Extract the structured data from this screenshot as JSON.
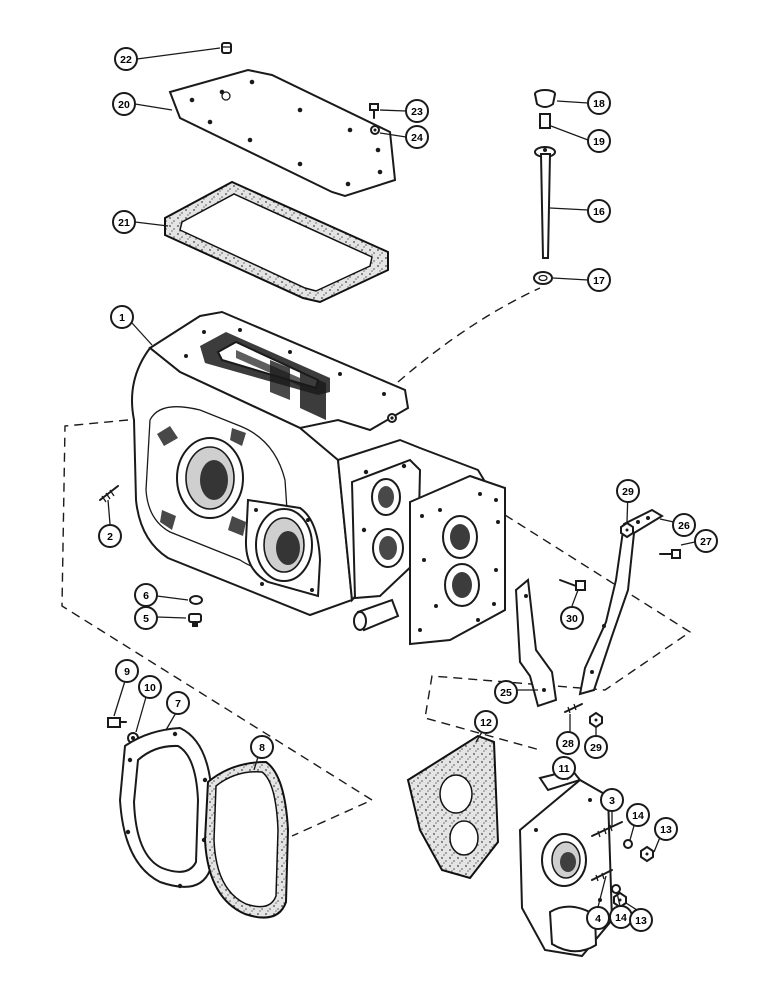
{
  "figure": {
    "callouts": [
      {
        "id": "c1",
        "label": "1"
      },
      {
        "id": "c2",
        "label": "2"
      },
      {
        "id": "c3",
        "label": "3"
      },
      {
        "id": "c4",
        "label": "4"
      },
      {
        "id": "c5",
        "label": "5"
      },
      {
        "id": "c6",
        "label": "6"
      },
      {
        "id": "c7",
        "label": "7"
      },
      {
        "id": "c8",
        "label": "8"
      },
      {
        "id": "c9",
        "label": "9"
      },
      {
        "id": "c10",
        "label": "10"
      },
      {
        "id": "c11",
        "label": "11"
      },
      {
        "id": "c12",
        "label": "12"
      },
      {
        "id": "c13a",
        "label": "13"
      },
      {
        "id": "c13b",
        "label": "13"
      },
      {
        "id": "c14a",
        "label": "14"
      },
      {
        "id": "c14b",
        "label": "14"
      },
      {
        "id": "c16",
        "label": "16"
      },
      {
        "id": "c17",
        "label": "17"
      },
      {
        "id": "c18",
        "label": "18"
      },
      {
        "id": "c19",
        "label": "19"
      },
      {
        "id": "c20",
        "label": "20"
      },
      {
        "id": "c21",
        "label": "21"
      },
      {
        "id": "c22",
        "label": "22"
      },
      {
        "id": "c23",
        "label": "23"
      },
      {
        "id": "c24",
        "label": "24"
      },
      {
        "id": "c25",
        "label": "25"
      },
      {
        "id": "c26",
        "label": "26"
      },
      {
        "id": "c27",
        "label": "27"
      },
      {
        "id": "c28",
        "label": "28"
      },
      {
        "id": "c29a",
        "label": "29"
      },
      {
        "id": "c29b",
        "label": "29"
      },
      {
        "id": "c30",
        "label": "30"
      }
    ]
  }
}
